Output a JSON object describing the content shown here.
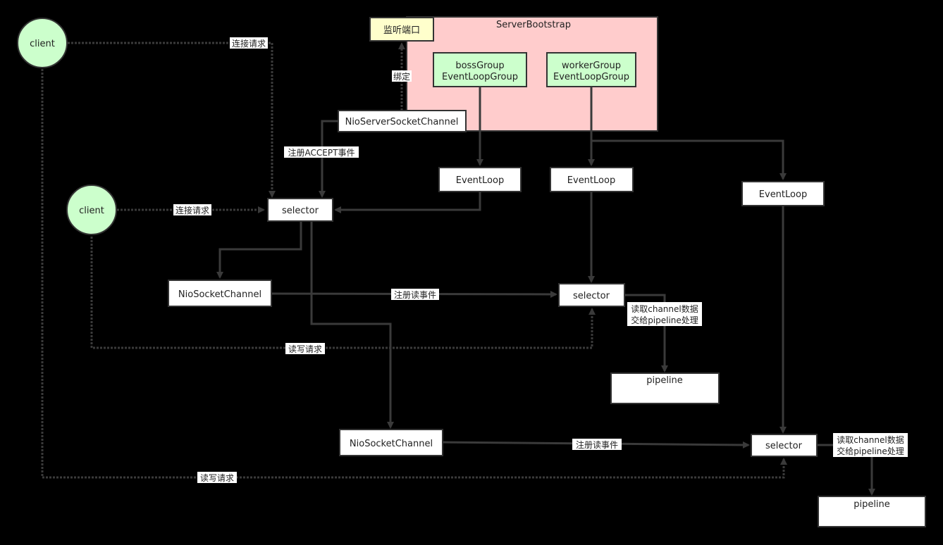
{
  "nodes": {
    "server_bootstrap": "ServerBootstrap",
    "listen_port": "监听端口",
    "boss_group": [
      "bossGroup",
      "EventLoopGroup"
    ],
    "worker_group": [
      "workerGroup",
      "EventLoopGroup"
    ],
    "nio_server_socket_channel": "NioServerSocketChannel",
    "client_top": "client",
    "client_mid": "client",
    "selector_main": "selector",
    "event_loop_boss": "EventLoop",
    "event_loop_worker_1": "EventLoop",
    "event_loop_worker_2": "EventLoop",
    "nio_socket_channel_1": "NioSocketChannel",
    "nio_socket_channel_2": "NioSocketChannel",
    "selector_worker_1": "selector",
    "selector_worker_2": "selector",
    "pipeline_1": "pipeline",
    "pipeline_2": "pipeline"
  },
  "labels": {
    "connect_request_top": "连接请求",
    "connect_request_mid": "连接请求",
    "bind": "绑定",
    "register_accept": "注册ACCEPT事件",
    "register_read_1": "注册读事件",
    "register_read_2": "注册读事件",
    "read_write_request_1": "读写请求",
    "read_write_request_2": "读写请求",
    "read_channel_1": [
      "读取channel数据",
      "交给pipeline处理"
    ],
    "read_channel_2": [
      "读取channel数据",
      "交给pipeline处理"
    ]
  },
  "colors": {
    "background": "#000000",
    "client_fill": "#ccffcc",
    "group_fill": "#ccffcc",
    "server_bootstrap_fill": "#ffcccc",
    "listen_port_fill": "#ffffcc",
    "box_fill": "#ffffff",
    "line": "#3a3a3a"
  }
}
